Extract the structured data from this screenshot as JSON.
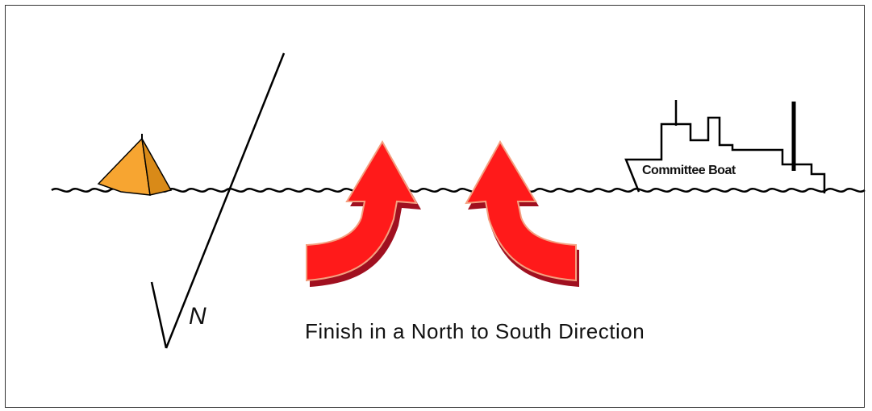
{
  "diagram": {
    "caption": "Finish in a North to South Direction",
    "committee_boat_label": "Committee Boat",
    "north_label": "N",
    "colors": {
      "arrow_fill": "#ff1a1a",
      "arrow_shadow": "#a01020",
      "arrow_edge": "#f4a080",
      "buoy_fill": "#f7a531",
      "line": "#000000"
    },
    "icons": [
      "buoy-icon",
      "committee-boat-icon",
      "curved-arrow-icon",
      "north-arrow-icon",
      "water-line"
    ]
  }
}
